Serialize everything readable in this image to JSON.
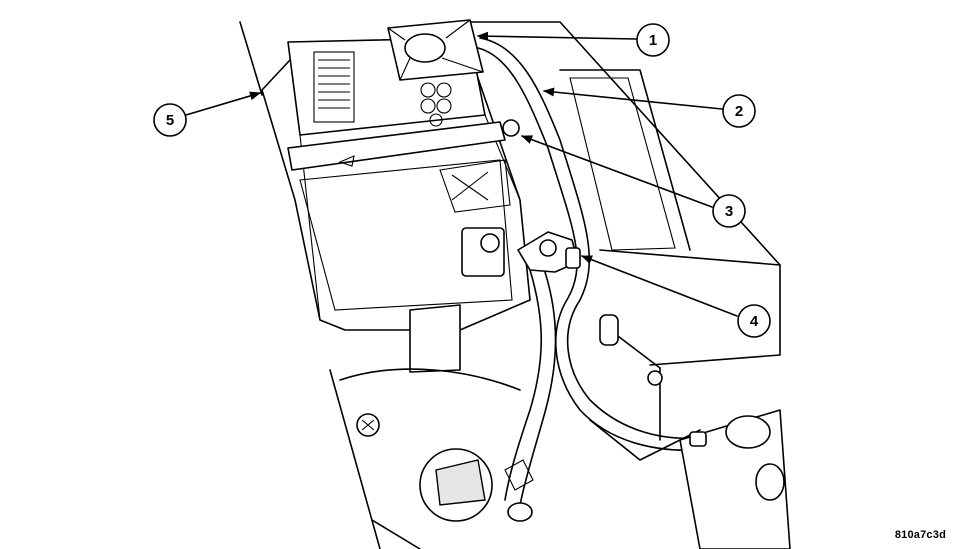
{
  "figure_id": "810a7c3d",
  "callouts": [
    {
      "number": "1"
    },
    {
      "number": "2"
    },
    {
      "number": "3"
    },
    {
      "number": "4"
    },
    {
      "number": "5"
    }
  ]
}
